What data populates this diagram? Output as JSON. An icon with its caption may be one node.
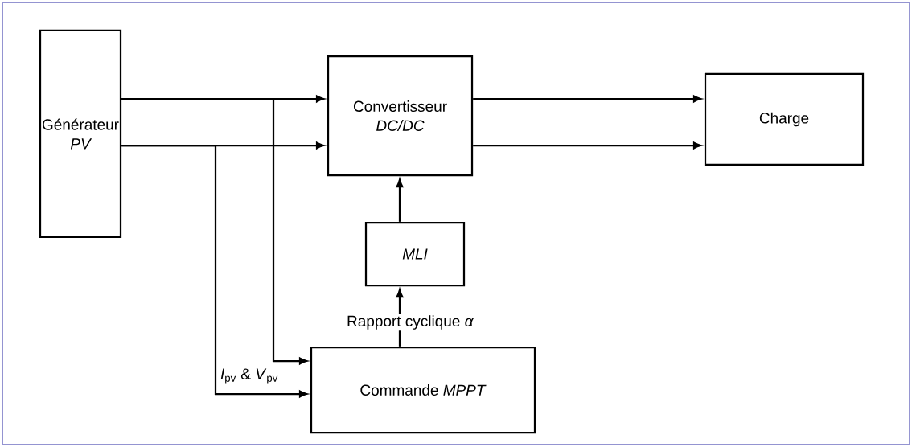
{
  "diagram": {
    "nodes": [
      {
        "text": [
          "Générateur",
          "PV"
        ]
      },
      {
        "text": [
          "Convertisseur",
          "DC/DC"
        ]
      },
      {
        "text": [
          "Charge"
        ]
      },
      {
        "text": [
          "MLI"
        ]
      },
      {
        "text": [
          "Commande *MPPT*"
        ]
      }
    ],
    "edges": [
      {
        "from": 0,
        "to": 1,
        "arrow": "to"
      },
      {
        "from": 0,
        "to": 1,
        "arrow": "to"
      },
      {
        "from": 1,
        "to": 2,
        "arrow": "to"
      },
      {
        "from": 1,
        "to": 2,
        "arrow": "to"
      },
      {
        "from": 3,
        "to": 1,
        "arrow": "to"
      },
      {
        "from": 4,
        "to": 3,
        "arrow": "to",
        "label": "Rapport cyclique *α*"
      },
      {
        "from": 0,
        "to": 4,
        "arrow": "to"
      },
      {
        "from": 0,
        "to": 4,
        "arrow": "to",
        "label": "*I*$_{pv}$ & *V*$_{pv}$"
      }
    ]
  }
}
